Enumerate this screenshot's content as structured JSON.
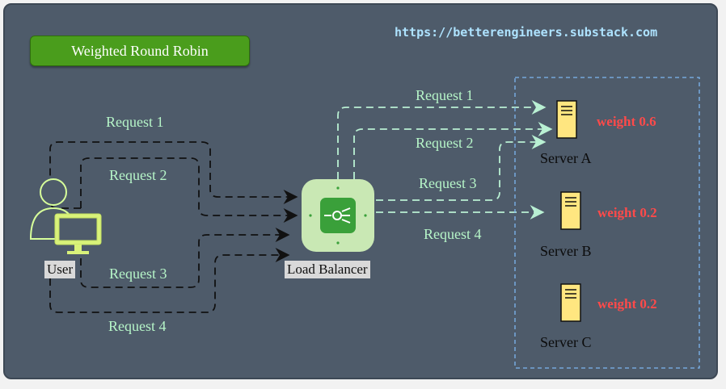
{
  "title": "Weighted Round Robin",
  "url": "https://betterengineers.substack.com",
  "user_label": "User",
  "lb_label": "Load Balancer",
  "user_requests": [
    "Request 1",
    "Request 2",
    "Request 3",
    "Request 4"
  ],
  "lb_requests": [
    "Request 1",
    "Request 2",
    "Request 3",
    "Request 4"
  ],
  "servers": [
    {
      "name": "Server A",
      "weight": "weight 0.6"
    },
    {
      "name": "Server B",
      "weight": "weight 0.2"
    },
    {
      "name": "Server C",
      "weight": "weight 0.2"
    }
  ],
  "colors": {
    "panel": "#4e5b6a",
    "title_bg": "#4a9d1c",
    "url": "#aee3ff",
    "request_text": "#b6f5c8",
    "user_arrows": "#111111",
    "lb_arrows": "#b9f0d3",
    "server_icon": "#ffe680",
    "weight": "#ff4a4a"
  }
}
